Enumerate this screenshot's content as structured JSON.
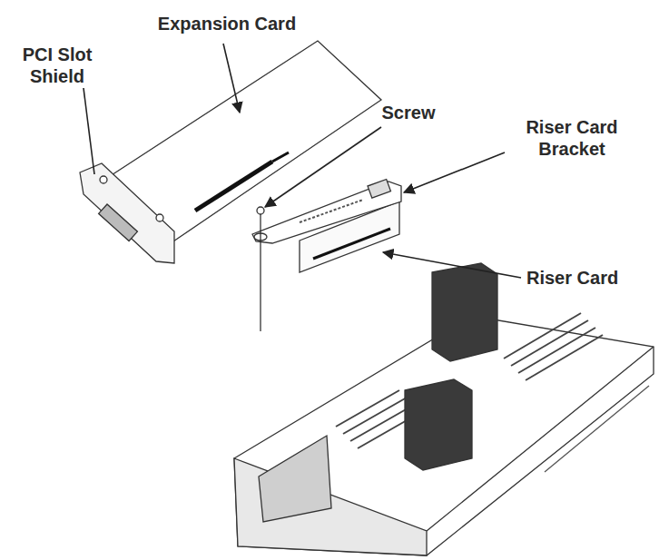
{
  "diagram": {
    "labels": [
      "PCI Slot Shield",
      "Expansion Card",
      "Screw",
      "Riser Card Bracket",
      "Riser Card"
    ]
  }
}
